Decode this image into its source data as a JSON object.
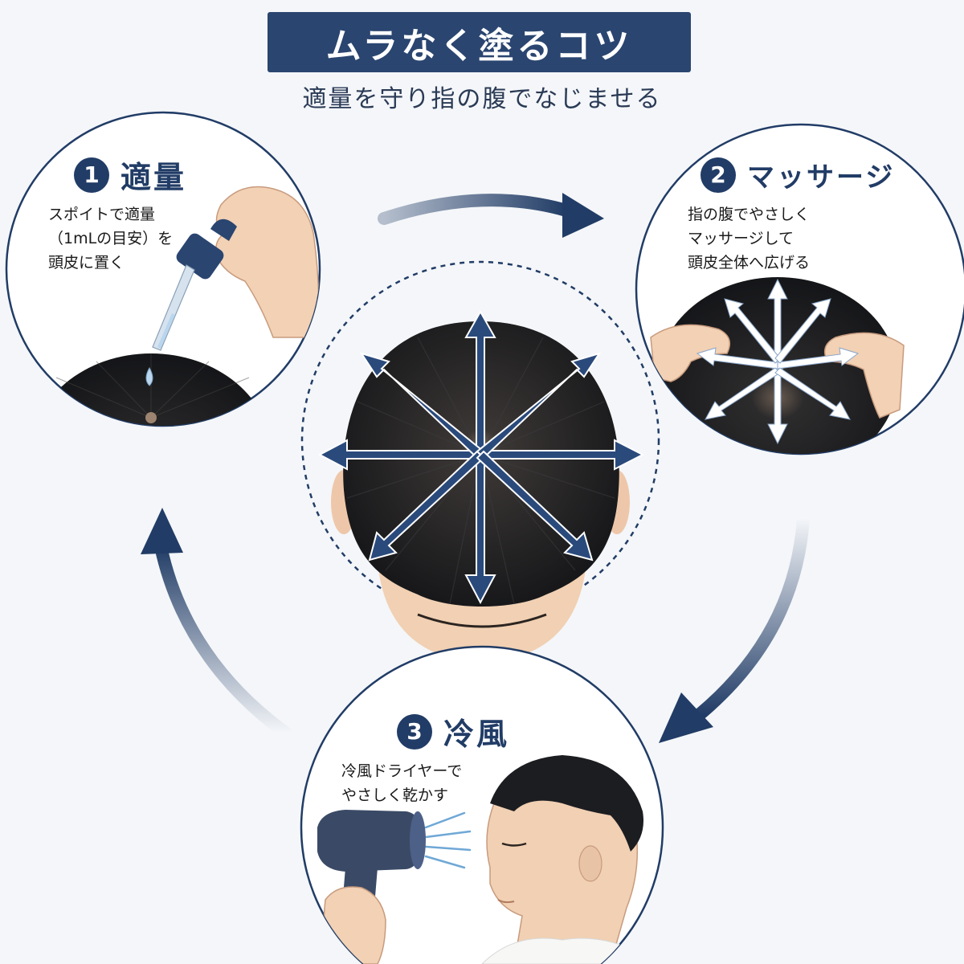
{
  "header": {
    "title": "ムラなく塗るコツ",
    "subtitle": "適量を守り指の腹でなじませる"
  },
  "steps": [
    {
      "number": "1",
      "name": "適量",
      "description": "スポイトで適量\n（1mLの目安）を\n頭皮に置く"
    },
    {
      "number": "2",
      "name": "マッサージ",
      "description": "指の腹でやさしく\nマッサージして\n頭皮全体へ広げる"
    },
    {
      "number": "3",
      "name": "冷風",
      "description": "冷風ドライヤーで\nやさしく乾かす"
    }
  ],
  "colors": {
    "navy": "#213c66",
    "title_bg": "#2a4570",
    "hair": "#1b1c1f",
    "skin": "#f1d0b3",
    "background": "#f4f6f9"
  },
  "icons": [
    "dropper-icon",
    "hands-icon",
    "hair-dryer-icon",
    "cycle-arrow-icon",
    "spread-arrows-icon"
  ]
}
